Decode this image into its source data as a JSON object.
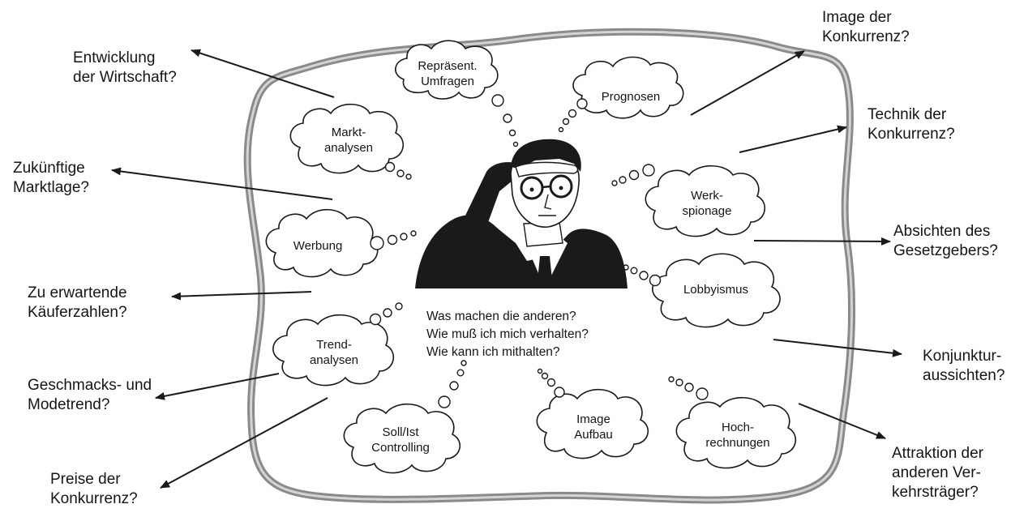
{
  "outer_labels": {
    "entwicklung": [
      "Entwicklung",
      "der Wirtschaft?"
    ],
    "zukuenftige": [
      "Zukünftige",
      "Marktlage?"
    ],
    "kaeuferzahlen": [
      "Zu erwartende",
      "Käuferzahlen?"
    ],
    "geschmack": [
      "Geschmacks- und",
      "Modetrend?"
    ],
    "preise": [
      "Preise der",
      "Konkurrenz?"
    ],
    "image_konkurrenz": [
      "Image der",
      "Konkurrenz?"
    ],
    "technik": [
      "Technik  der",
      "Konkurrenz?"
    ],
    "absichten": [
      "Absichten des",
      "Gesetzgebers?"
    ],
    "konjunktur": [
      "Konjunktur-",
      "aussichten?"
    ],
    "attraktion": [
      "Attraktion  der",
      "anderen Ver-",
      "kehrsträger?"
    ]
  },
  "clouds": {
    "repraesent": [
      "Repräsent.",
      "Umfragen"
    ],
    "prognosen": [
      "Prognosen"
    ],
    "marktanalysen": [
      "Markt-",
      "analysen"
    ],
    "werkspionage": [
      "Werk-",
      "spionage"
    ],
    "werbung": [
      "Werbung"
    ],
    "lobbyismus": [
      "Lobbyismus"
    ],
    "trendanalysen": [
      "Trend-",
      "analysen"
    ],
    "soll_ist": [
      "Soll/Ist",
      "Controlling"
    ],
    "image_aufbau": [
      "Image",
      "Aufbau"
    ],
    "hochrechnungen": [
      "Hoch-",
      "rechnungen"
    ]
  },
  "center_questions": [
    "Was machen die anderen?",
    "Wie muß ich mich verhalten?",
    "Wie kann ich mithalten?"
  ],
  "colors": {
    "ink": "#151515",
    "frame": "#8a8a8a",
    "frame_light": "#cfcfcf",
    "suit": "#1a1a1a"
  }
}
